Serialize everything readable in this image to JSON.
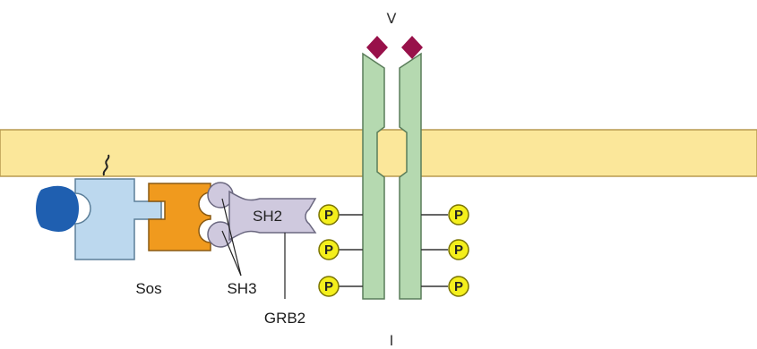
{
  "labels": {
    "sos": "Sos",
    "sh3": "SH3",
    "sh2": "SH2",
    "grb2": "GRB2",
    "phospho": "P",
    "top_mark": "V",
    "bottom_mark": "I"
  },
  "colors": {
    "membrane": "#fbe79a",
    "membrane_edge": "#b89a50",
    "receptor": "#b5d9b0",
    "receptor_edge": "#5a7d5a",
    "ligand": "#98114a",
    "ras": "#bcd8ee",
    "ras_edge": "#5c7f99",
    "ras_gtp": "#1f5fb0",
    "sos": "#f09a1e",
    "sos_edge": "#8a5a14",
    "grb2": "#cfc9de",
    "grb2_edge": "#6b6880",
    "phospho": "#f4ef1c",
    "phospho_edge": "#7a7400"
  },
  "phospho_sites": {
    "left_receptor": 3,
    "right_receptor": 3
  }
}
